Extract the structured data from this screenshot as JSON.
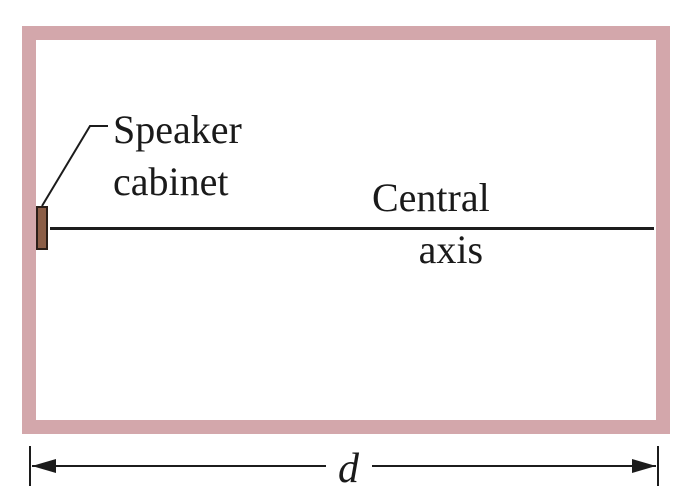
{
  "diagram": {
    "speaker_label": {
      "line1": "Speaker",
      "line2": "cabinet"
    },
    "axis_label": {
      "line1": "Central",
      "line2": "axis"
    },
    "dimension_label": "d",
    "colors": {
      "room_wall": "#d3a7ab",
      "speaker": "#8c5e47",
      "line": "#1c1c1c"
    }
  }
}
